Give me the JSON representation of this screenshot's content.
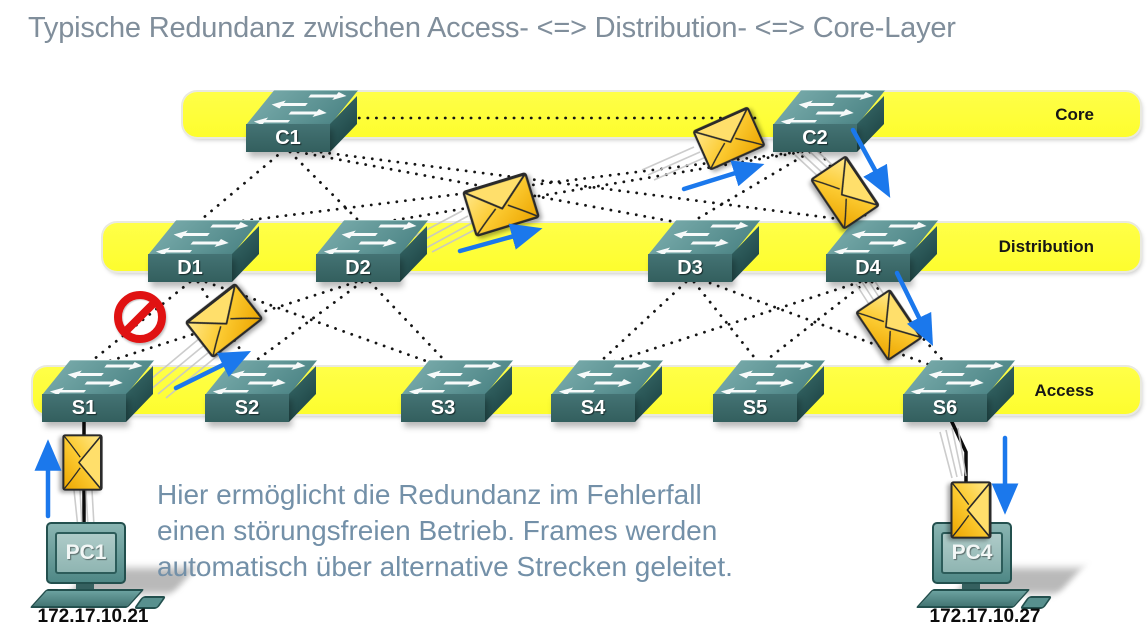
{
  "title": "Typische Redundanz zwischen Access- <=> Distribution- <=> Core-Layer",
  "layers": [
    {
      "label": "Core"
    },
    {
      "label": "Distribution"
    },
    {
      "label": "Access"
    }
  ],
  "switches": [
    {
      "id": "C1",
      "label": "C1",
      "layer": "Core"
    },
    {
      "id": "C2",
      "label": "C2",
      "layer": "Core"
    },
    {
      "id": "D1",
      "label": "D1",
      "layer": "Distribution"
    },
    {
      "id": "D2",
      "label": "D2",
      "layer": "Distribution"
    },
    {
      "id": "D3",
      "label": "D3",
      "layer": "Distribution"
    },
    {
      "id": "D4",
      "label": "D4",
      "layer": "Distribution"
    },
    {
      "id": "S1",
      "label": "S1",
      "layer": "Access"
    },
    {
      "id": "S2",
      "label": "S2",
      "layer": "Access"
    },
    {
      "id": "S3",
      "label": "S3",
      "layer": "Access"
    },
    {
      "id": "S4",
      "label": "S4",
      "layer": "Access"
    },
    {
      "id": "S5",
      "label": "S5",
      "layer": "Access"
    },
    {
      "id": "S6",
      "label": "S6",
      "layer": "Access"
    }
  ],
  "pcs": [
    {
      "label": "PC1",
      "ip": "172.17.10.21"
    },
    {
      "label": "PC4",
      "ip": "172.17.10.27"
    }
  ],
  "caption": {
    "lines": [
      "Hier ermöglicht die Redundanz im Fehlerfall",
      "einen störungsfreien Betrieb. Frames werden",
      "automatisch über alternative Strecken geleitet."
    ]
  },
  "icons": {
    "envelope": "envelope-icon (gold frame/packet)",
    "blocked": "no-entry-icon (red prohibition on failed link)",
    "flow_arrow": "blue-flow-arrow-icon",
    "switch": "workgroup-switch-icon (teal 3D box with white arrows)",
    "pc": "desktop-pc-icon"
  },
  "colors": {
    "band_yellow": "#fdfd3a",
    "switch_teal": "#447374",
    "arrow_blue": "#1b78ec",
    "blocked_red": "#e01212",
    "title_gray": "#808e9b",
    "caption_blue_gray": "#7390a8",
    "dotted_link": "#151515"
  }
}
